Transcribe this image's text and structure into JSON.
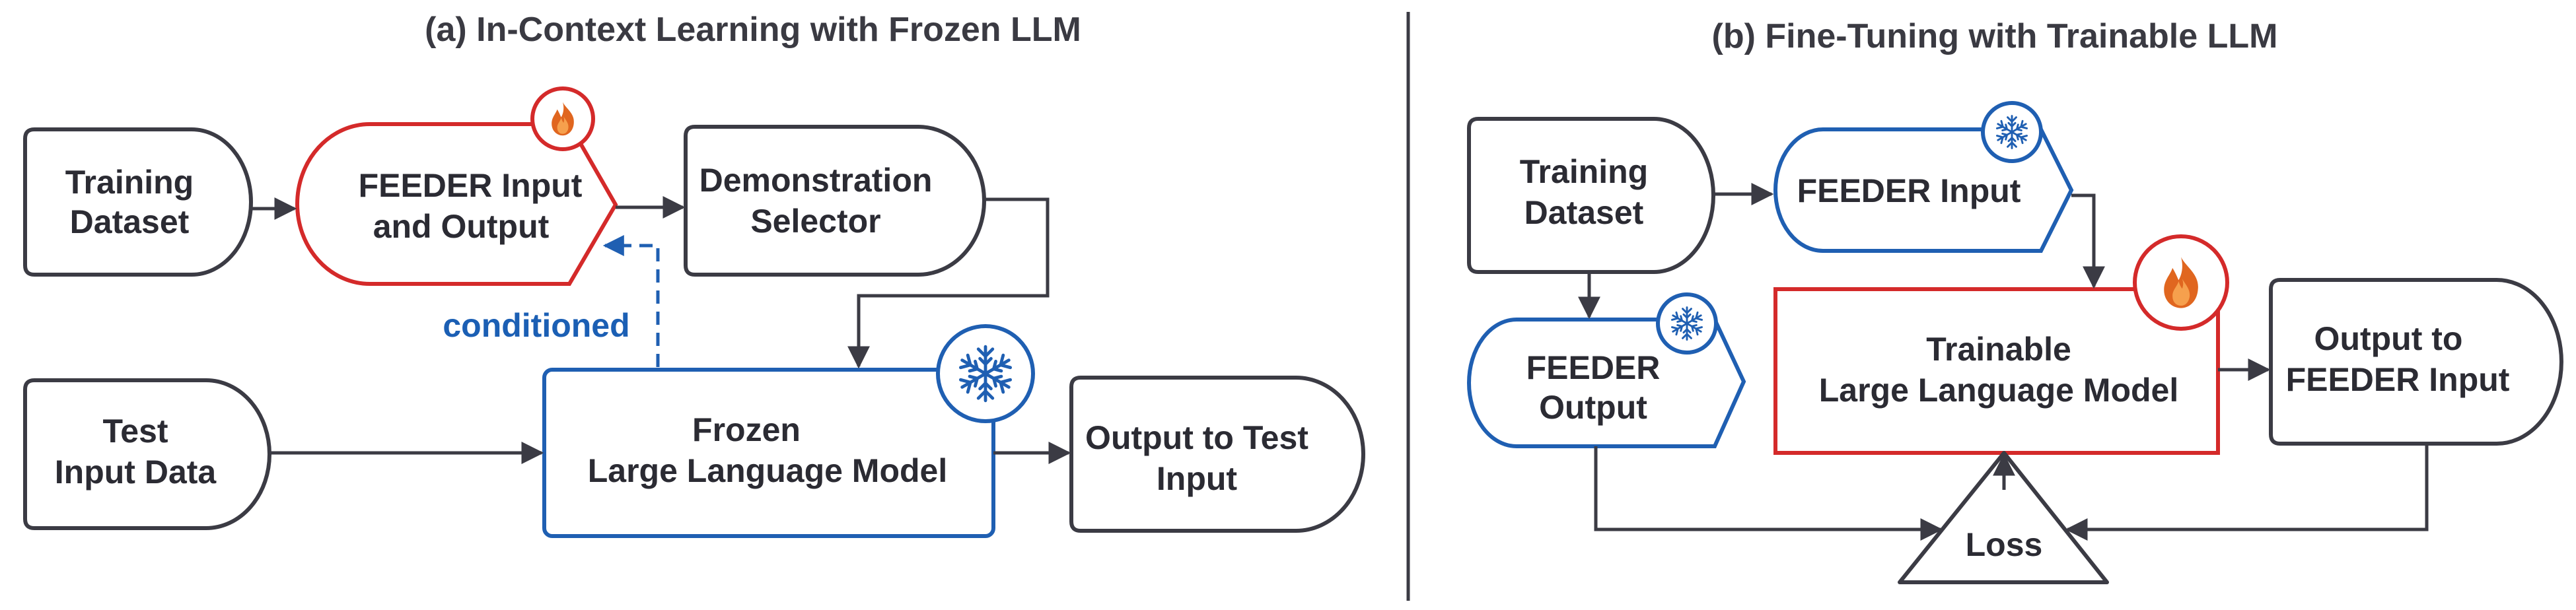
{
  "panel_a": {
    "title": "(a) In-Context Learning with Frozen LLM",
    "training_dataset": [
      "Training",
      "Dataset"
    ],
    "feeder_io": [
      "FEEDER Input",
      "and Output"
    ],
    "demo_selector": [
      "Demonstration",
      "Selector"
    ],
    "conditioned": "conditioned",
    "test_input": [
      "Test",
      "Input Data"
    ],
    "frozen_llm": [
      "Frozen",
      "Large Language Model"
    ],
    "output_test": [
      "Output to Test",
      "Input"
    ]
  },
  "panel_b": {
    "title": "(b) Fine-Tuning with Trainable LLM",
    "training_dataset": [
      "Training",
      "Dataset"
    ],
    "feeder_input": "FEEDER Input",
    "feeder_output": [
      "FEEDER",
      "Output"
    ],
    "trainable_llm": [
      "Trainable",
      "Large Language Model"
    ],
    "output_feeder": [
      "Output to",
      "FEEDER Input"
    ],
    "loss": "Loss"
  },
  "colors": {
    "dark": "#3b3b44",
    "trainable_red": "#d42a2a",
    "frozen_blue": "#1f5fb2",
    "flame_orange": "#e0661f"
  },
  "icons": {
    "trainable": "flame-icon",
    "frozen": "snowflake-icon"
  }
}
